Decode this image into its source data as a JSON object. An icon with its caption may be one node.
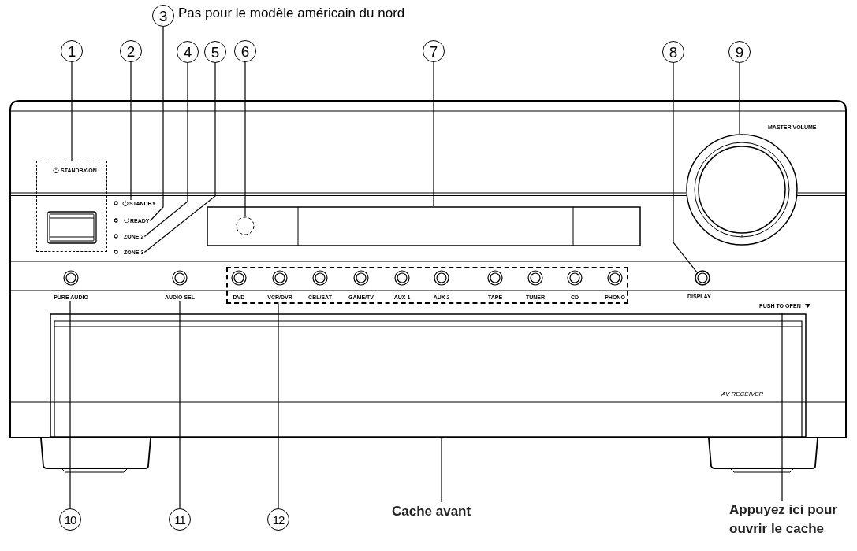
{
  "diagram": {
    "nodes": [
      {
        "text": [
          "1"
        ]
      },
      {
        "text": [
          "2"
        ]
      },
      {
        "text": [
          "3"
        ],
        "beside": [
          "Pas pour le modèle américain du nord"
        ]
      },
      {
        "text": [
          "4"
        ]
      },
      {
        "text": [
          "5"
        ]
      },
      {
        "text": [
          "6"
        ]
      },
      {
        "text": [
          "7"
        ]
      },
      {
        "text": [
          "8"
        ]
      },
      {
        "text": [
          "9"
        ]
      },
      {
        "text": [
          "10"
        ]
      },
      {
        "text": [
          "11"
        ]
      },
      {
        "text": [
          "12"
        ]
      },
      {
        "text": [
          "Cache avant"
        ]
      },
      {
        "text": [
          "Appuyez ici pour ouvrir le cache"
        ]
      },
      {
        "text": [
          "STANDBY/ON"
        ]
      },
      {
        "text": [
          "STANDBY"
        ]
      },
      {
        "text": [
          "READY"
        ]
      },
      {
        "text": [
          "ZONE 2"
        ]
      },
      {
        "text": [
          "ZONE 3"
        ]
      },
      {
        "text": [],
        "shape": "circle",
        "in": 20
      },
      {
        "text": [],
        "shape": "box"
      },
      {
        "text": [],
        "shape": "circle",
        "beside": [
          "DISPLAY"
        ]
      },
      {
        "text": [],
        "shape": "circle"
      },
      {
        "text": [
          "PURE AUDIO"
        ]
      },
      {
        "text": [
          "AUDIO SEL"
        ]
      },
      {
        "text": [
          "DVD",
          "VCR/DVR",
          "CBL/SAT",
          "GAME/TV",
          "AUX 1",
          "AUX 2",
          "TAPE",
          "TUNER",
          "CD",
          "PHONO"
        ]
      },
      {
        "text": [],
        "shape": "box"
      }
    ],
    "edges": [
      {
        "from": 0,
        "to": 14,
        "arrow": "none"
      },
      {
        "from": 1,
        "to": 15,
        "arrow": "none"
      },
      {
        "from": 2,
        "to": 16,
        "arrow": "none"
      },
      {
        "from": 3,
        "to": 17,
        "arrow": "none"
      },
      {
        "from": 4,
        "to": 18,
        "arrow": "none"
      },
      {
        "from": 5,
        "to": 19,
        "arrow": "none"
      },
      {
        "from": 6,
        "to": 20,
        "arrow": "none"
      },
      {
        "from": 7,
        "to": 21,
        "arrow": "none"
      },
      {
        "from": 8,
        "to": 22,
        "arrow": "none"
      },
      {
        "from": 9,
        "to": 23,
        "arrow": "none"
      },
      {
        "from": 10,
        "to": 24,
        "arrow": "none"
      },
      {
        "from": 11,
        "to": 25,
        "arrow": "none"
      },
      {
        "from": 12,
        "to": 26,
        "arrow": "none"
      },
      {
        "from": 13,
        "to": 26,
        "arrow": "none"
      }
    ],
    "labels": [
      "MASTER VOLUME",
      "PUSH TO OPEN",
      "AV RECEIVER"
    ]
  }
}
